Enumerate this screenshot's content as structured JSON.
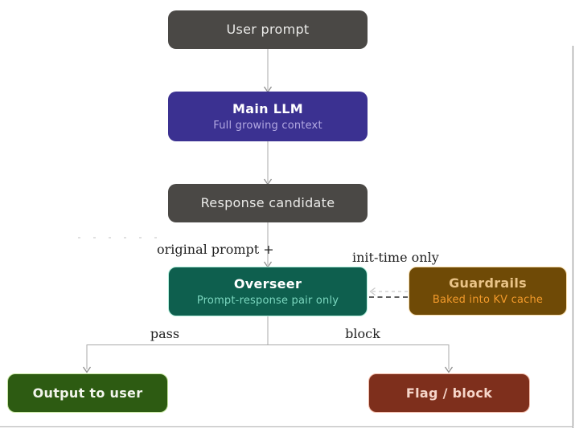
{
  "diagram": {
    "nodes": {
      "user_prompt": {
        "label": "User prompt",
        "fill": "#4a4845",
        "label_color": "#ebebe9"
      },
      "main_llm": {
        "label": "Main LLM",
        "sublabel": "Full growing context",
        "fill": "#3b3191",
        "label_color": "#ffffff",
        "sublabel_color": "#b3a9e2"
      },
      "response_candidate": {
        "label": "Response candidate",
        "fill": "#4a4845",
        "label_color": "#ebebe9"
      },
      "overseer": {
        "label": "Overseer",
        "sublabel": "Prompt-response pair only",
        "fill": "#0e5f4e",
        "label_color": "#ffffff",
        "sublabel_color": "#7bd7bf",
        "stroke": "#b5f0de"
      },
      "guardrails": {
        "label": "Guardrails",
        "sublabel": "Baked into KV cache",
        "fill": "#6f4a06",
        "label_color": "#eac488",
        "sublabel_color": "#f29a2b",
        "stroke": "#f7deae"
      },
      "output_to_user": {
        "label": "Output to user",
        "fill": "#2d5b12",
        "label_color": "#f2f5ec",
        "stroke": "#c9e8a4"
      },
      "flag_block": {
        "label": "Flag / block",
        "fill": "#7e2f1c",
        "label_color": "#f6d6ca",
        "stroke": "#f3bcaa"
      }
    },
    "edge_labels": {
      "original_prompt": "original prompt +",
      "init_time_only": "init-time only",
      "pass": "pass",
      "block": "block"
    },
    "colors": {
      "arrow": "#a9a9a9",
      "arrowhead": "#8f8f8f",
      "dashed_gray": "#c9c9c9",
      "dashed_dark": "#2d2d2d",
      "edge_label_text": "#212121",
      "faint_artifact": "#d6d6d6",
      "frame_border_right": "#989898",
      "frame_border_bottom": "#bdbdbd",
      "background": "#ffffff"
    }
  }
}
